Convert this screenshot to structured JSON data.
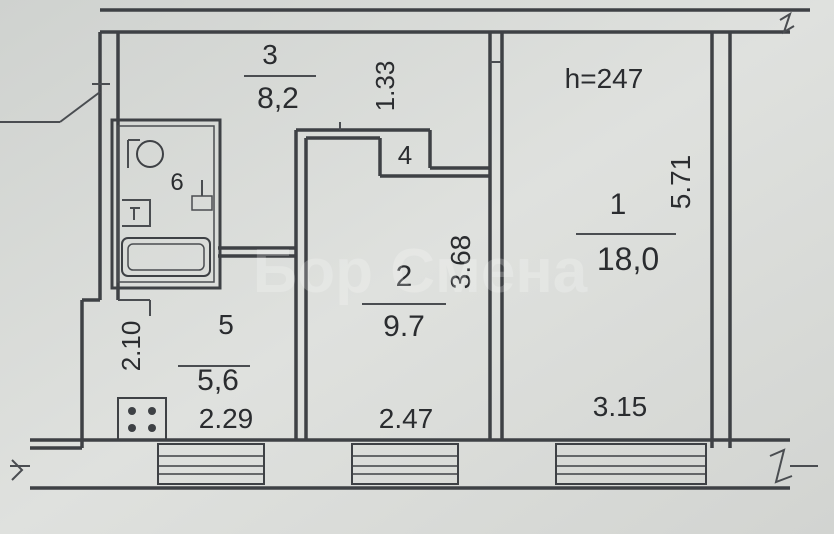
{
  "rooms": [
    {
      "number": "1",
      "area": "18,0"
    },
    {
      "number": "2",
      "area": "9.7"
    },
    {
      "number": "3",
      "area": "8,2"
    },
    {
      "number": "4"
    },
    {
      "number": "5",
      "area": "5,6"
    },
    {
      "number": "6"
    }
  ],
  "dimensions": {
    "ceiling_height": "h=247",
    "room1_length": "5.71",
    "room1_width": "3.15",
    "room2_length": "3.68",
    "room2_width": "2.47",
    "room5_width": "2.29",
    "room5_length": "2.10",
    "corridor_width": "1.33"
  },
  "watermark": "Бор Смена"
}
